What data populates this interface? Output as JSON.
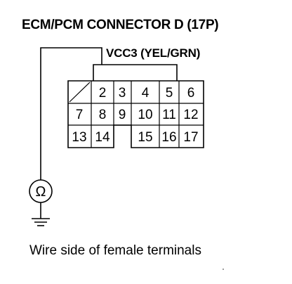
{
  "title": "ECM/PCM CONNECTOR D (17P)",
  "wire_label": "VCC3 (YEL/GRN)",
  "caption": "Wire side of female terminals",
  "meter_symbol": "Ω",
  "connector": {
    "row1": [
      "",
      "2",
      "3",
      "4",
      "5",
      "6"
    ],
    "row2": [
      "7",
      "8",
      "9",
      "10",
      "11",
      "12"
    ],
    "row3": [
      "13",
      "14",
      "",
      "15",
      "16",
      "17"
    ]
  },
  "icons": {
    "meter": "ohmmeter-icon",
    "ground": "ground-icon",
    "empty_cavity": "diagonal-slash"
  }
}
